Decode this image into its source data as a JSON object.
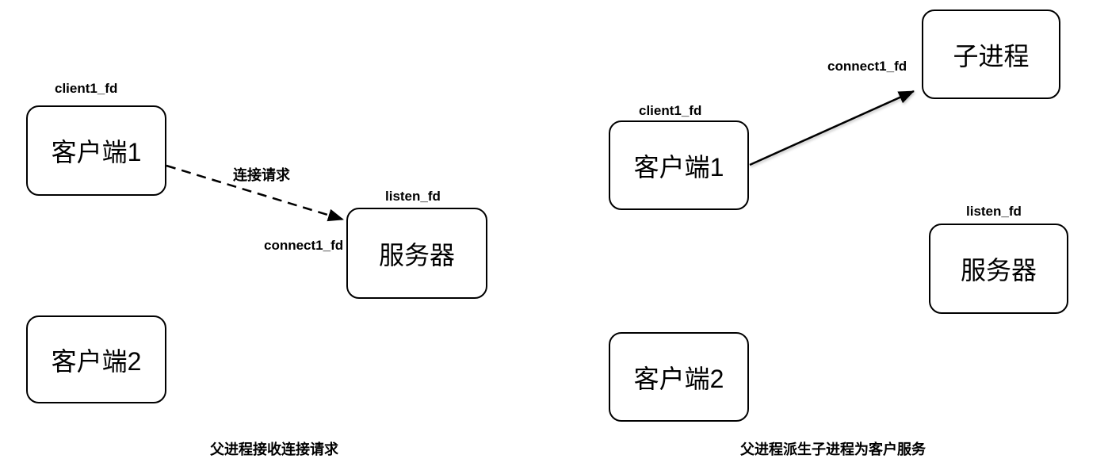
{
  "left": {
    "client1_fd_label": "client1_fd",
    "client1_label": "客户端1",
    "arrow_label": "连接请求",
    "connect1_fd_label": "connect1_fd",
    "listen_fd_label": "listen_fd",
    "server_label": "服务器",
    "client2_label": "客户端2",
    "caption": "父进程接收连接请求"
  },
  "right": {
    "connect1_fd_label": "connect1_fd",
    "child_label": "子进程",
    "client1_fd_label": "client1_fd",
    "client1_label": "客户端1",
    "listen_fd_label": "listen_fd",
    "server_label": "服务器",
    "client2_label": "客户端2",
    "caption": "父进程派生子进程为客户服务"
  },
  "colors": {
    "stroke": "#000000",
    "background": "#ffffff"
  }
}
